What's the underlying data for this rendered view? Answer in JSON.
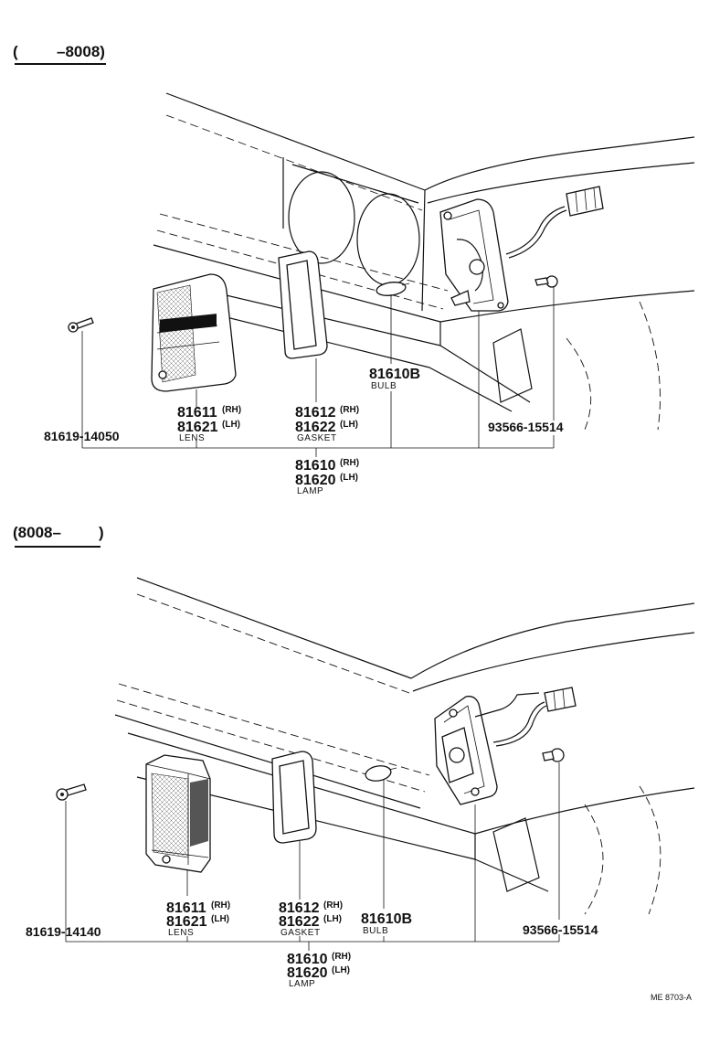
{
  "sections": [
    {
      "range_open": "(",
      "range_text": "–8008)",
      "parts": {
        "screw_left": "81619-14050",
        "lens_rh": "81611",
        "lens_lh": "81621",
        "lens_name": "LENS",
        "gasket_rh": "81612",
        "gasket_lh": "81622",
        "gasket_name": "GASKET",
        "bulb_no": "81610B",
        "bulb_name": "BULB",
        "screw_right": "93566-15514",
        "lamp_rh": "81610",
        "lamp_lh": "81620",
        "lamp_name": "LAMP"
      }
    },
    {
      "range_open": "(8008–",
      "range_text": ")",
      "parts": {
        "screw_left": "81619-14140",
        "lens_rh": "81611",
        "lens_lh": "81621",
        "lens_name": "LENS",
        "gasket_rh": "81612",
        "gasket_lh": "81622",
        "gasket_name": "GASKET",
        "bulb_no": "81610B",
        "bulb_name": "BULB",
        "screw_right": "93566-15514",
        "lamp_rh": "81610",
        "lamp_lh": "81620",
        "lamp_name": "LAMP"
      }
    }
  ],
  "suffix_rh": "(RH)",
  "suffix_lh": "(LH)",
  "diagram_code": "ME 8703-A"
}
